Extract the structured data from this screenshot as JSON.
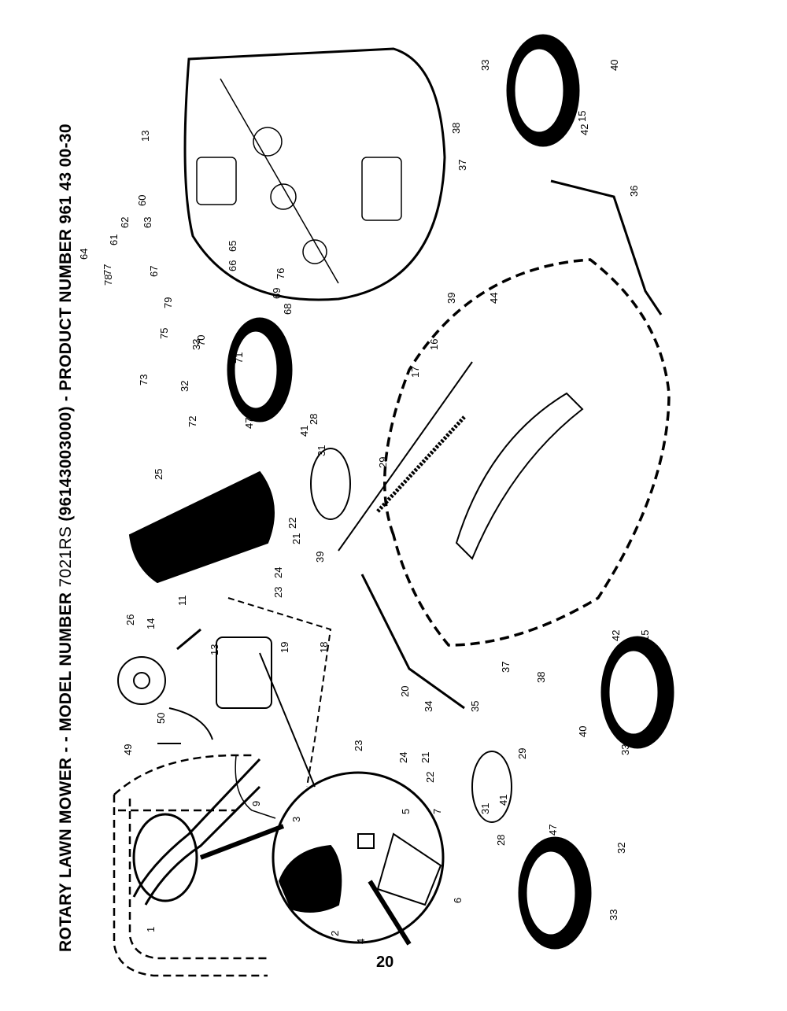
{
  "title": {
    "prefix": "ROTARY LAWN MOWER - - MODEL NUMBER",
    "model": "7021RS",
    "suffix": "(96143003000) - PRODUCT NUMBER 961 43 00-30"
  },
  "page_number": "20",
  "callouts": [
    "1",
    "2",
    "3",
    "4",
    "5",
    "6",
    "7",
    "9",
    "11",
    "13",
    "13",
    "14",
    "15",
    "15",
    "16",
    "17",
    "18",
    "19",
    "20",
    "21",
    "21",
    "22",
    "22",
    "23",
    "23",
    "24",
    "24",
    "25",
    "26",
    "28",
    "28",
    "29",
    "29",
    "31",
    "31",
    "32",
    "32",
    "33",
    "33",
    "33",
    "33",
    "34",
    "35",
    "36",
    "37",
    "37",
    "38",
    "38",
    "39",
    "39",
    "40",
    "40",
    "41",
    "41",
    "42",
    "42",
    "44",
    "47",
    "47",
    "49",
    "50",
    "60",
    "61",
    "62",
    "63",
    "64",
    "65",
    "66",
    "67",
    "68",
    "69",
    "70",
    "71",
    "72",
    "73",
    "75",
    "76",
    "77",
    "78",
    "79"
  ]
}
